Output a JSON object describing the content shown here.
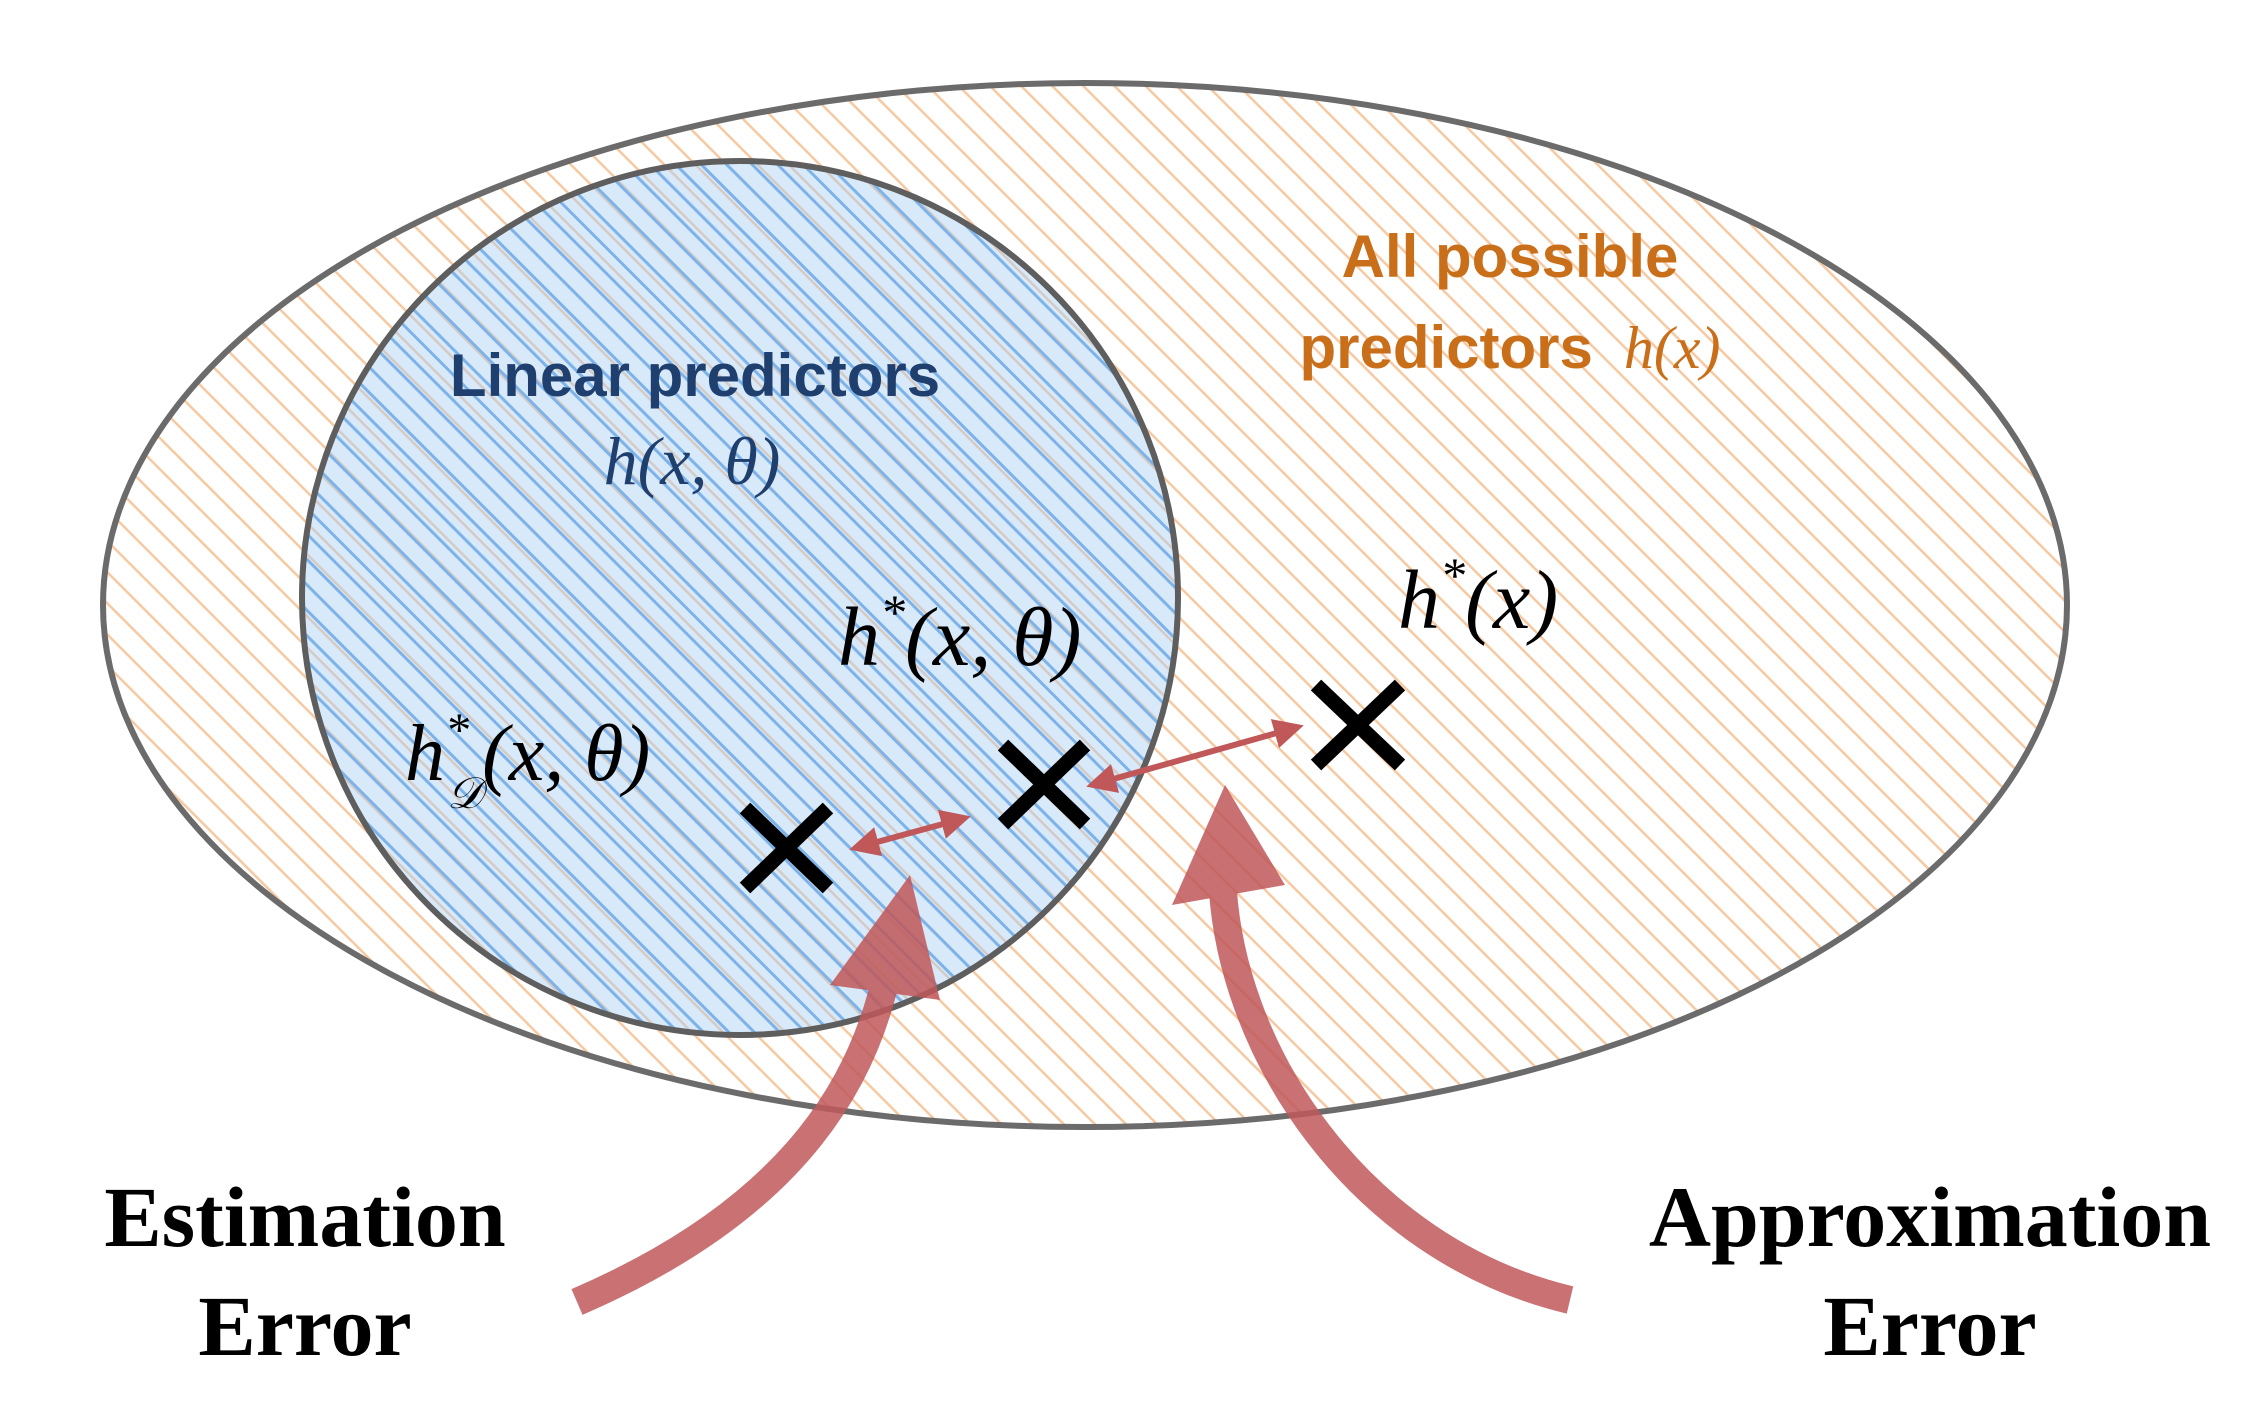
{
  "colors": {
    "outer_hatch": "#f7c9a2",
    "inner_fill": "#a9cff1",
    "inner_hatch": "#7db3e8",
    "outline": "#6b6b6b",
    "linear_label": "#1f3f6e",
    "all_label": "#c96f1a",
    "arrow": "#c0585a",
    "marker": "#000000"
  },
  "sets": {
    "all_predictors": {
      "title_line1": "All possible",
      "title_line2": "predictors",
      "math": "h(x)"
    },
    "linear_predictors": {
      "title": "Linear predictors",
      "math": "h(x, θ)"
    }
  },
  "points": {
    "h_star_D": {
      "base": "h",
      "sup": "*",
      "sub": "𝒟",
      "args": "(x, θ)"
    },
    "h_star_theta": {
      "base": "h",
      "sup": "*",
      "args": "(x, θ)"
    },
    "h_star": {
      "base": "h",
      "sup": "*",
      "args": "(x)"
    },
    "marker_icon": "cross-mark-icon"
  },
  "errors": {
    "estimation": {
      "line1": "Estimation",
      "line2": "Error"
    },
    "approximation": {
      "line1": "Approximation",
      "line2": "Error"
    }
  }
}
